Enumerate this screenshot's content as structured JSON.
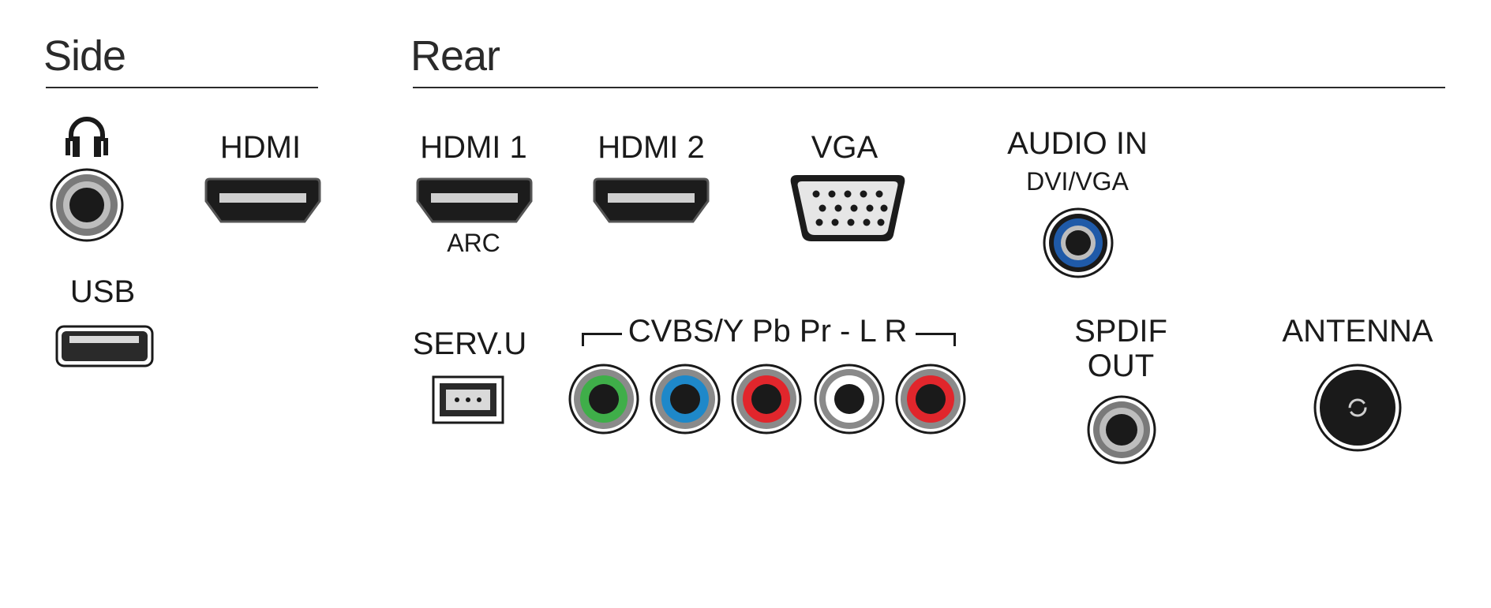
{
  "side": {
    "title": "Side",
    "hdmi_label": "HDMI",
    "usb_label": "USB"
  },
  "rear": {
    "title": "Rear",
    "hdmi1_label": "HDMI 1",
    "hdmi1_sub": "ARC",
    "hdmi2_label": "HDMI 2",
    "vga_label": "VGA",
    "audio_in_label": "AUDIO IN",
    "audio_in_sub": "DVI/VGA",
    "servu_label": "SERV.U",
    "component_label": "CVBS/Y Pb Pr - L R",
    "spdif_label_1": "SPDIF",
    "spdif_label_2": "OUT",
    "antenna_label": "ANTENNA"
  },
  "colors": {
    "audio_in_ring": "#1f5aa8",
    "rca_green": "#3fae49",
    "rca_blue": "#1e88c9",
    "rca_red": "#e1262c",
    "rca_white": "#ffffff",
    "rca_red2": "#e1262c"
  },
  "icons": [
    "headphones-icon",
    "hdmi-port-icon",
    "usb-port-icon",
    "vga-port-icon",
    "jack-icon",
    "service-port-icon",
    "rca-jack-icon",
    "coax-antenna-icon"
  ]
}
